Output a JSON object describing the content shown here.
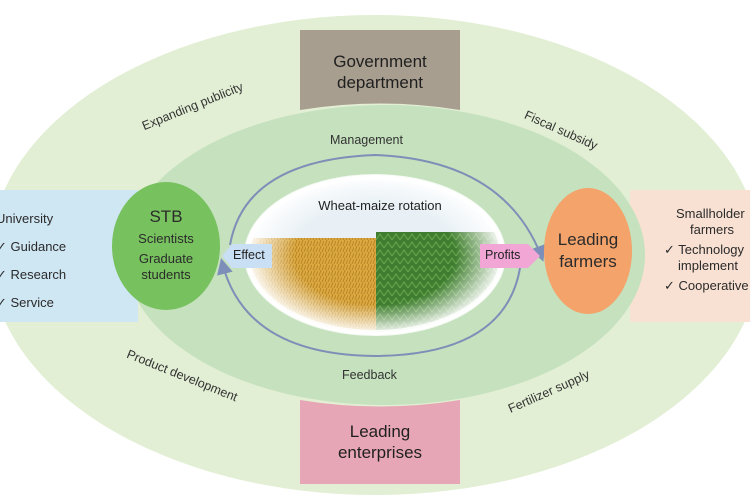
{
  "diagram": {
    "top_box": "Government department",
    "bottom_box": "Leading enterprises",
    "stb": {
      "title": "STB",
      "line1": "Scientists",
      "line2": "Graduate students"
    },
    "leading_farmers": "Leading farmers",
    "left_panel": {
      "items": [
        "University",
        "✓ Guidance",
        "✓ Research",
        "✓ Service"
      ]
    },
    "right_panel": {
      "items": [
        "Smallholder",
        "farmers",
        "✓ Technology",
        "implement",
        "✓ Cooperative"
      ]
    },
    "outer_labels": {
      "expanding_publicity": "Expanding publicity",
      "fiscal_subsidy": "Fiscal subsidy",
      "product_development": "Product development",
      "fertilizer_supply": "Fertilizer supply"
    },
    "inner_labels": {
      "management": "Management",
      "feedback": "Feedback",
      "effect": "Effect",
      "profits": "Profits",
      "center_title": "Wheat-maize rotation"
    },
    "colors": {
      "outer_ellipse": "#e2efd4",
      "middle_ellipse": "#c5e1bd",
      "stb_circle": "#77c15e",
      "farmers_circle": "#f4a36a",
      "top_box": "#a79e8f",
      "bottom_box": "#e7a6b5",
      "left_panel": "#cfe6f3",
      "right_panel": "#f8e1d2",
      "effect_tag": "#c9dff3",
      "profits_tag": "#f2a6d6",
      "wheat": "#d9a63a",
      "maize": "#3f7d30"
    }
  }
}
